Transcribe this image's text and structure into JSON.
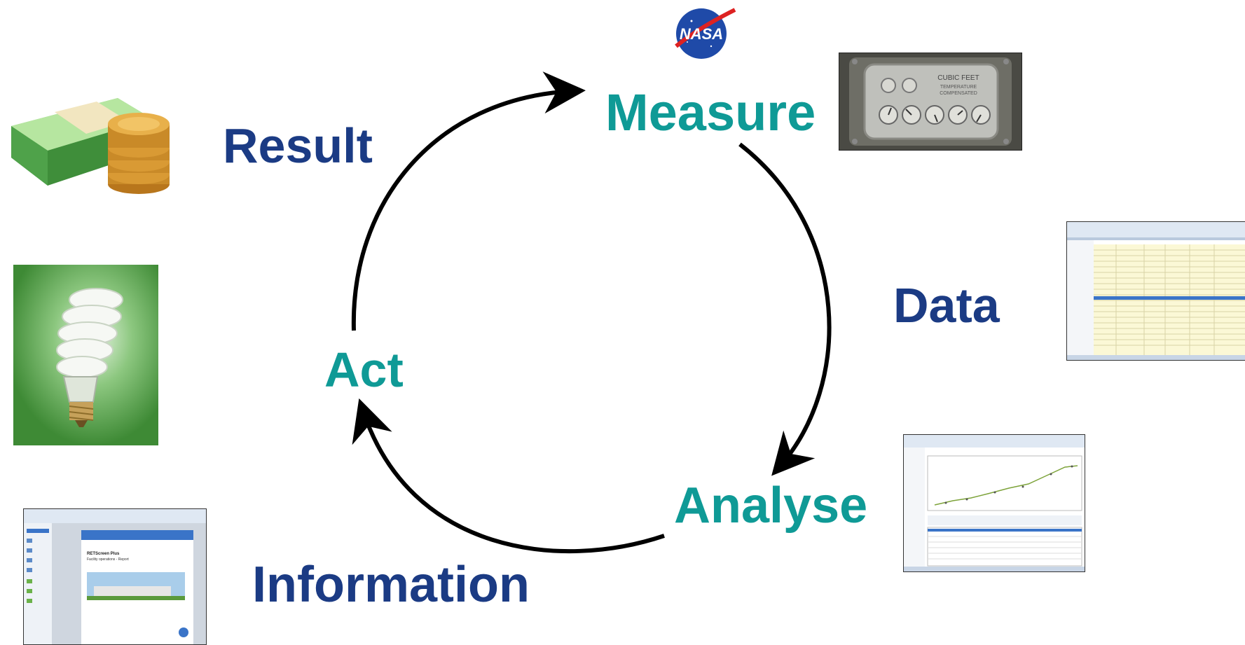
{
  "labels": {
    "measure": "Measure",
    "analyse": "Analyse",
    "act": "Act",
    "result": "Result",
    "data": "Data",
    "information": "Information"
  },
  "logo_text": "NASA",
  "meter_text": {
    "title": "CUBIC FEET",
    "line1": "TEMPERATURE",
    "line2": "COMPENSATED"
  },
  "report_text": {
    "title": "RETScreen Plus",
    "subtitle": "Facility operations - Report"
  },
  "colors": {
    "teal": "#0f9a96",
    "navy": "#1b3b84",
    "arrow": "#000000"
  }
}
